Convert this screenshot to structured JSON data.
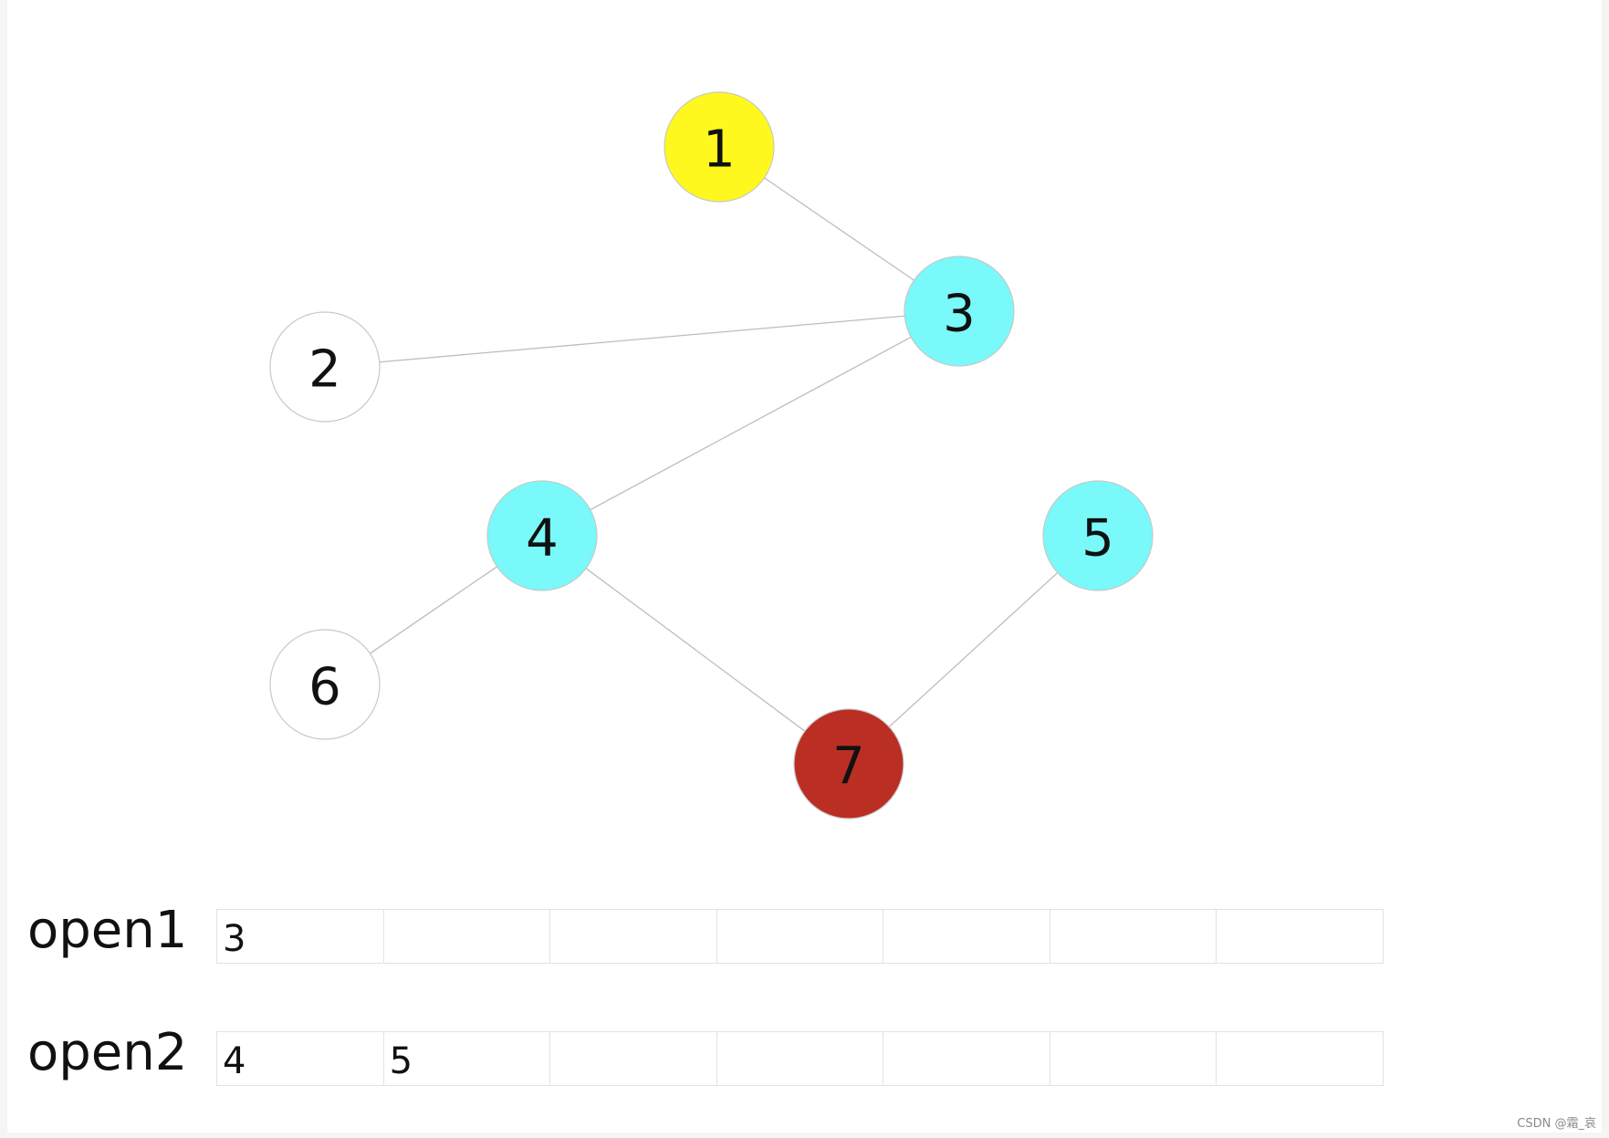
{
  "graph": {
    "nodes": [
      {
        "id": "1",
        "label": "1",
        "fill": "#fff81e"
      },
      {
        "id": "2",
        "label": "2",
        "fill": "#ffffff"
      },
      {
        "id": "3",
        "label": "3",
        "fill": "#79f9f9"
      },
      {
        "id": "4",
        "label": "4",
        "fill": "#79f9f9"
      },
      {
        "id": "5",
        "label": "5",
        "fill": "#79f9f9"
      },
      {
        "id": "6",
        "label": "6",
        "fill": "#ffffff"
      },
      {
        "id": "7",
        "label": "7",
        "fill": "#bb2e23"
      }
    ],
    "edges": [
      [
        "1",
        "3"
      ],
      [
        "2",
        "3"
      ],
      [
        "3",
        "4"
      ],
      [
        "4",
        "6"
      ],
      [
        "4",
        "7"
      ],
      [
        "5",
        "7"
      ]
    ]
  },
  "queues": {
    "open1": {
      "label": "open1",
      "cells": [
        "3",
        "",
        "",
        "",
        "",
        "",
        ""
      ]
    },
    "open2": {
      "label": "open2",
      "cells": [
        "4",
        "5",
        "",
        "",
        "",
        "",
        ""
      ]
    }
  },
  "watermark": "CSDN @霜_哀"
}
